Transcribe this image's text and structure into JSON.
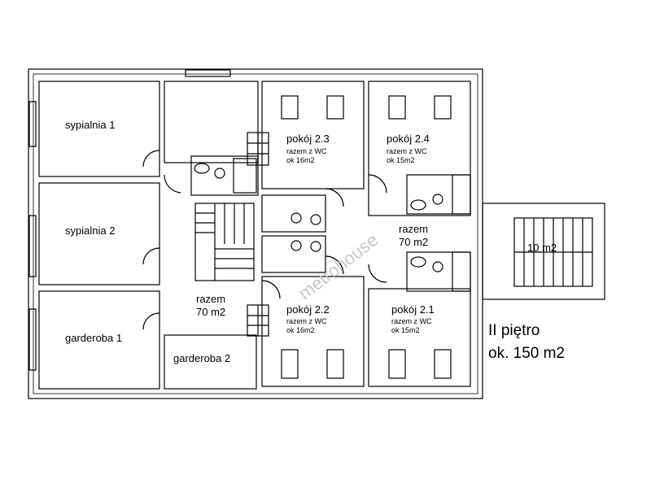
{
  "rooms": {
    "sypialnia_1": "sypialnia 1",
    "sypialnia_2": "sypialnia 2",
    "garderoba_1": "garderoba 1",
    "garderoba_2": "garderoba 2",
    "pokoj_2_3": {
      "name": "pokój 2.3",
      "note": "razem z WC",
      "area": "ok 16m2"
    },
    "pokoj_2_4": {
      "name": "pokój 2.4",
      "note": "razem z WC",
      "area": "ok 15m2"
    },
    "pokoj_2_2": {
      "name": "pokój 2.2",
      "note": "razem z WC",
      "area": "ok 16m2"
    },
    "pokoj_2_1": {
      "name": "pokój 2.1",
      "note": "razem z WC",
      "area": "ok 15m2"
    },
    "razem_left": {
      "label": "razem",
      "area": "70 m2"
    },
    "razem_right": {
      "label": "razem",
      "area": "70 m2"
    },
    "stair_area": "10 m2"
  },
  "floor": {
    "level": "II piętro",
    "total_area": "ok. 150 m2"
  },
  "watermark": "metrohouse"
}
